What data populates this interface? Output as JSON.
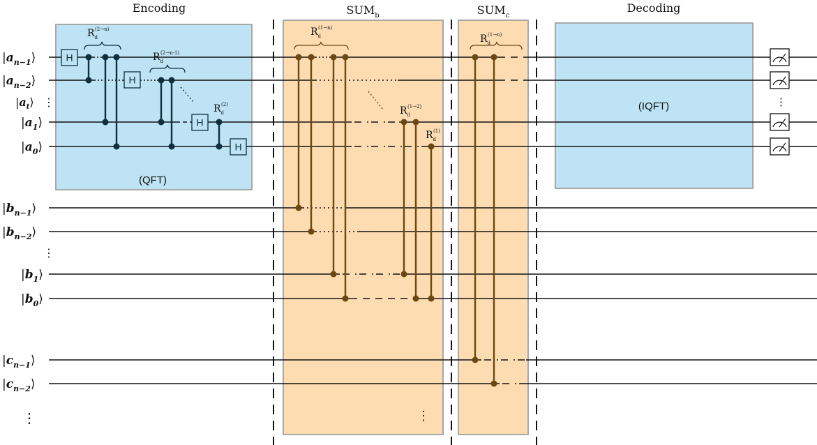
{
  "sections": {
    "encoding_title": "Encoding",
    "sum_b_main": "SUM",
    "sum_b_sub": "b",
    "sum_c_main": "SUM",
    "sum_c_sub": "c",
    "decoding_title": "Decoding"
  },
  "boxes": {
    "qft_label": "(QFT)",
    "iqft_label": "(IQFT)"
  },
  "qubits": {
    "a_n1": {
      "var": "a",
      "sub": "n−1"
    },
    "a_n2": {
      "var": "a",
      "sub": "n−2"
    },
    "a_t": {
      "var": "a",
      "sub": "t"
    },
    "a_1": {
      "var": "a",
      "sub": "1"
    },
    "a_0": {
      "var": "a",
      "sub": "0"
    },
    "b_n1": {
      "var": "b",
      "sub": "n−1"
    },
    "b_n2": {
      "var": "b",
      "sub": "n−2"
    },
    "b_1": {
      "var": "b",
      "sub": "1"
    },
    "b_0": {
      "var": "b",
      "sub": "0"
    },
    "c_n1": {
      "var": "c",
      "sub": "n−1"
    },
    "c_n2": {
      "var": "c",
      "sub": "n−2"
    }
  },
  "gates": {
    "hadamard": "H",
    "rotation_main": "R",
    "rotation_sub": "d",
    "enc_r1_sup": "(2→n)",
    "enc_r2_sup": "(2→n-1)",
    "enc_r3_sup": "(2)",
    "sumb_r1_sup": "(1→n)",
    "sumb_r2_sup": "(1→2)",
    "sumb_r3_sup": "(1)",
    "sumc_r1_sup": "(1→n)"
  },
  "ellipsis": "⋮",
  "colors": {
    "qft_fill": "#bde3f4",
    "box_border": "#a8a8a8",
    "sum_fill": "#fddcb1",
    "encoding_gate": "#0e2f3d",
    "sum_gate": "#6b4712",
    "wire": "#111111"
  }
}
